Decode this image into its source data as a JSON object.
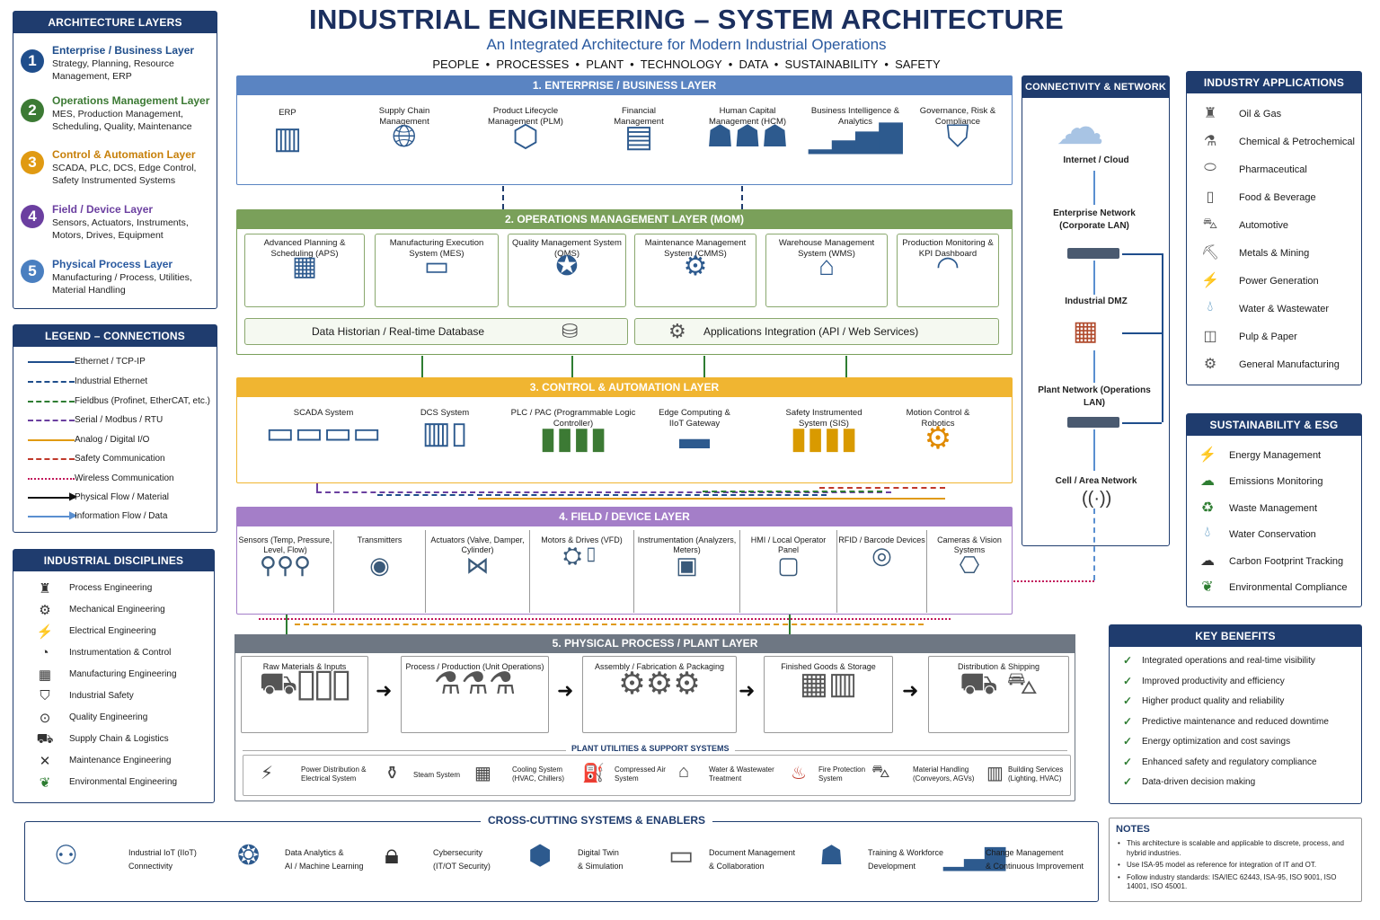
{
  "header": {
    "title": "INDUSTRIAL ENGINEERING – SYSTEM ARCHITECTURE",
    "subtitle": "An Integrated Architecture for Modern Industrial Operations",
    "pillars": [
      "PEOPLE",
      "PROCESSES",
      "PLANT",
      "TECHNOLOGY",
      "DATA",
      "SUSTAINABILITY",
      "SAFETY"
    ]
  },
  "architecture_layers": {
    "title": "ARCHITECTURE LAYERS",
    "items": [
      {
        "num": "1",
        "title": "Enterprise / Business Layer",
        "desc": "Strategy, Planning, Resource Management, ERP",
        "color": "#1f4e8c"
      },
      {
        "num": "2",
        "title": "Operations Management Layer",
        "desc": "MES, Production Management, Scheduling, Quality, Maintenance",
        "color": "#3c7a34"
      },
      {
        "num": "3",
        "title": "Control & Automation Layer",
        "desc": "SCADA, PLC, DCS, Edge Control, Safety Instrumented Systems",
        "color": "#e09a12"
      },
      {
        "num": "4",
        "title": "Field / Device Layer",
        "desc": "Sensors, Actuators, Instruments, Motors, Drives, Equipment",
        "color": "#6b3fa0"
      },
      {
        "num": "5",
        "title": "Physical Process Layer",
        "desc": "Manufacturing / Process, Utilities, Material Handling",
        "color": "#4a7fc0"
      }
    ]
  },
  "legend": {
    "title": "LEGEND – CONNECTIONS",
    "items": [
      {
        "label": "Ethernet / TCP-IP",
        "color": "#1f4e8c",
        "style": "solid"
      },
      {
        "label": "Industrial Ethernet",
        "color": "#1f4e8c",
        "style": "dashed"
      },
      {
        "label": "Fieldbus (Profinet, EtherCAT, etc.)",
        "color": "#2e7d32",
        "style": "dashdot"
      },
      {
        "label": "Serial / Modbus / RTU",
        "color": "#6b3fa0",
        "style": "dashed"
      },
      {
        "label": "Analog / Digital I/O",
        "color": "#e09a12",
        "style": "solid"
      },
      {
        "label": "Safety Communication",
        "color": "#c0392b",
        "style": "dashed"
      },
      {
        "label": "Wireless Communication",
        "color": "#c2185b",
        "style": "dotted"
      },
      {
        "label": "Physical Flow / Material",
        "color": "#111111",
        "style": "arrow"
      },
      {
        "label": "Information Flow / Data",
        "color": "#5a8fd0",
        "style": "arrow"
      }
    ]
  },
  "disciplines": {
    "title": "INDUSTRIAL DISCIPLINES",
    "items": [
      {
        "label": "Process Engineering",
        "icon": "refinery-icon"
      },
      {
        "label": "Mechanical Engineering",
        "icon": "gear-icon"
      },
      {
        "label": "Electrical Engineering",
        "icon": "lightning-icon"
      },
      {
        "label": "Instrumentation & Control",
        "icon": "gauge-icon"
      },
      {
        "label": "Manufacturing Engineering",
        "icon": "machine-icon"
      },
      {
        "label": "Industrial Safety",
        "icon": "shield-icon"
      },
      {
        "label": "Quality Engineering",
        "icon": "magnifier-icon"
      },
      {
        "label": "Supply Chain & Logistics",
        "icon": "truck-icon"
      },
      {
        "label": "Maintenance Engineering",
        "icon": "wrench-icon"
      },
      {
        "label": "Environmental Engineering",
        "icon": "leaf-icon"
      }
    ]
  },
  "enterprise": {
    "title": "1. ENTERPRISE / BUSINESS LAYER",
    "color": "#5a84c2",
    "items": [
      {
        "label": "ERP",
        "icon": "chart-monitor-icon"
      },
      {
        "label": "Supply Chain Management",
        "icon": "globe-truck-icon"
      },
      {
        "label": "Product Lifecycle Management (PLM)",
        "icon": "cube-icon"
      },
      {
        "label": "Financial Management",
        "icon": "finance-chart-icon"
      },
      {
        "label": "Human Capital Management (HCM)",
        "icon": "people-icon"
      },
      {
        "label": "Business Intelligence & Analytics",
        "icon": "bar-chart-icon"
      },
      {
        "label": "Governance, Risk & Compliance",
        "icon": "shield-tool-icon"
      }
    ]
  },
  "operations": {
    "title": "2. OPERATIONS MANAGEMENT LAYER (MOM)",
    "color": "#7aa05a",
    "items": [
      {
        "label": "Advanced Planning & Scheduling (APS)",
        "icon": "calendar-clock-icon"
      },
      {
        "label": "Manufacturing Execution System (MES)",
        "icon": "monitor-icon"
      },
      {
        "label": "Quality Management System (QMS)",
        "icon": "award-icon"
      },
      {
        "label": "Maintenance Management System (CMMS)",
        "icon": "wrench-gear-icon"
      },
      {
        "label": "Warehouse Management System (WMS)",
        "icon": "warehouse-icon"
      },
      {
        "label": "Production Monitoring & KPI Dashboard",
        "icon": "speedometer-icon"
      }
    ],
    "historian": "Data Historian / Real-time Database",
    "integration": "Applications Integration (API / Web Services)"
  },
  "control": {
    "title": "3. CONTROL & AUTOMATION LAYER",
    "color": "#f0b531",
    "items": [
      {
        "label": "SCADA System",
        "icon": "monitors-icon"
      },
      {
        "label": "DCS System",
        "icon": "cabinet-icon"
      },
      {
        "label": "PLC / PAC (Programmable Logic Controller)",
        "icon": "plc-icon"
      },
      {
        "label": "Edge Computing & IIoT Gateway",
        "icon": "gateway-icon"
      },
      {
        "label": "Safety Instrumented System (SIS)",
        "icon": "sis-icon"
      },
      {
        "label": "Motion Control & Robotics",
        "icon": "robot-arm-icon"
      }
    ]
  },
  "field": {
    "title": "4. FIELD / DEVICE LAYER",
    "color": "#a47ec8",
    "items": [
      {
        "label": "Sensors (Temp, Pressure, Level, Flow)",
        "icon": "sensor-icon"
      },
      {
        "label": "Transmitters",
        "icon": "transmitter-icon"
      },
      {
        "label": "Actuators (Valve, Damper, Cylinder)",
        "icon": "valve-icon"
      },
      {
        "label": "Motors & Drives (VFD)",
        "icon": "motor-icon"
      },
      {
        "label": "Instrumentation (Analyzers, Meters)",
        "icon": "analyzer-icon"
      },
      {
        "label": "HMI / Local Operator Panel",
        "icon": "touch-panel-icon"
      },
      {
        "label": "RFID / Barcode Devices",
        "icon": "rfid-icon"
      },
      {
        "label": "Cameras & Vision Systems",
        "icon": "camera-icon"
      }
    ]
  },
  "physical": {
    "title": "5. PHYSICAL PROCESS / PLANT LAYER",
    "color": "#6e7783",
    "items": [
      {
        "label": "Raw Materials & Inputs",
        "icon": "silos-icon"
      },
      {
        "label": "Process / Production (Unit Operations)",
        "icon": "reactor-icon"
      },
      {
        "label": "Assembly / Fabrication & Packaging",
        "icon": "assembly-icon"
      },
      {
        "label": "Finished Goods & Storage",
        "icon": "pallets-icon"
      },
      {
        "label": "Distribution & Shipping",
        "icon": "forklift-icon"
      }
    ],
    "utilities_title": "PLANT UTILITIES & SUPPORT SYSTEMS",
    "utilities": [
      {
        "label": "Power Distribution & Electrical System",
        "icon": "power-icon"
      },
      {
        "label": "Steam System",
        "icon": "boiler-icon"
      },
      {
        "label": "Cooling System (HVAC, Chillers)",
        "icon": "chiller-icon"
      },
      {
        "label": "Compressed Air System",
        "icon": "compressor-icon"
      },
      {
        "label": "Water & Wastewater Treatment",
        "icon": "water-icon"
      },
      {
        "label": "Fire Protection System",
        "icon": "fire-icon"
      },
      {
        "label": "Material Handling (Conveyors, AGVs)",
        "icon": "conveyor-icon"
      },
      {
        "label": "Building Services (Lighting, HVAC)",
        "icon": "building-icon"
      }
    ]
  },
  "connectivity": {
    "title": "CONNECTIVITY & NETWORK",
    "nodes": [
      "Internet / Cloud",
      "Enterprise Network (Corporate LAN)",
      "Industrial DMZ",
      "Plant Network (Operations LAN)",
      "Cell / Area Network"
    ]
  },
  "applications": {
    "title": "INDUSTRY APPLICATIONS",
    "items": [
      {
        "label": "Oil & Gas",
        "icon": "oil-rig-icon"
      },
      {
        "label": "Chemical & Petrochemical",
        "icon": "flask-icon"
      },
      {
        "label": "Pharmaceutical",
        "icon": "pill-icon"
      },
      {
        "label": "Food & Beverage",
        "icon": "bottle-icon"
      },
      {
        "label": "Automotive",
        "icon": "car-icon"
      },
      {
        "label": "Metals & Mining",
        "icon": "mining-icon"
      },
      {
        "label": "Power Generation",
        "icon": "power-plant-icon"
      },
      {
        "label": "Water & Wastewater",
        "icon": "droplet-icon"
      },
      {
        "label": "Pulp & Paper",
        "icon": "paper-roll-icon"
      },
      {
        "label": "General Manufacturing",
        "icon": "gears-icon"
      }
    ]
  },
  "sustainability": {
    "title": "SUSTAINABILITY & ESG",
    "items": [
      {
        "label": "Energy Management",
        "icon": "bolt-icon"
      },
      {
        "label": "Emissions Monitoring",
        "icon": "cloud-icon"
      },
      {
        "label": "Waste Management",
        "icon": "bin-icon"
      },
      {
        "label": "Water Conservation",
        "icon": "drop-icon"
      },
      {
        "label": "Carbon Footprint Tracking",
        "icon": "carbon-cloud-icon"
      },
      {
        "label": "Environmental Compliance",
        "icon": "leaf-icon"
      }
    ]
  },
  "benefits": {
    "title": "KEY BENEFITS",
    "items": [
      "Integrated operations and real-time visibility",
      "Improved productivity and efficiency",
      "Higher product quality and reliability",
      "Predictive maintenance and reduced downtime",
      "Energy optimization and cost savings",
      "Enhanced safety and regulatory compliance",
      "Data-driven decision making"
    ]
  },
  "crosscutting": {
    "title": "CROSS-CUTTING SYSTEMS & ENABLERS",
    "items": [
      {
        "l1": "Industrial IoT (IIoT)",
        "l2": "Connectivity",
        "icon": "iot-network-icon"
      },
      {
        "l1": "Data Analytics &",
        "l2": "AI / Machine Learning",
        "icon": "brain-icon"
      },
      {
        "l1": "Cybersecurity",
        "l2": "(IT/OT Security)",
        "icon": "padlock-icon"
      },
      {
        "l1": "Digital Twin",
        "l2": "& Simulation",
        "icon": "twin-cube-icon"
      },
      {
        "l1": "Document Management",
        "l2": "& Collaboration",
        "icon": "folder-icon"
      },
      {
        "l1": "Training & Workforce",
        "l2": "Development",
        "icon": "trainer-icon"
      },
      {
        "l1": "Change Management",
        "l2": "& Continuous Improvement",
        "icon": "growth-icon"
      }
    ]
  },
  "notes": {
    "title": "NOTES",
    "items": [
      "This architecture is scalable and applicable to discrete, process, and hybrid industries.",
      "Use ISA-95 model as reference for integration of IT and OT.",
      "Follow industry standards: ISA/IEC 62443, ISA-95, ISO 9001, ISO 14001, ISO 45001."
    ]
  }
}
